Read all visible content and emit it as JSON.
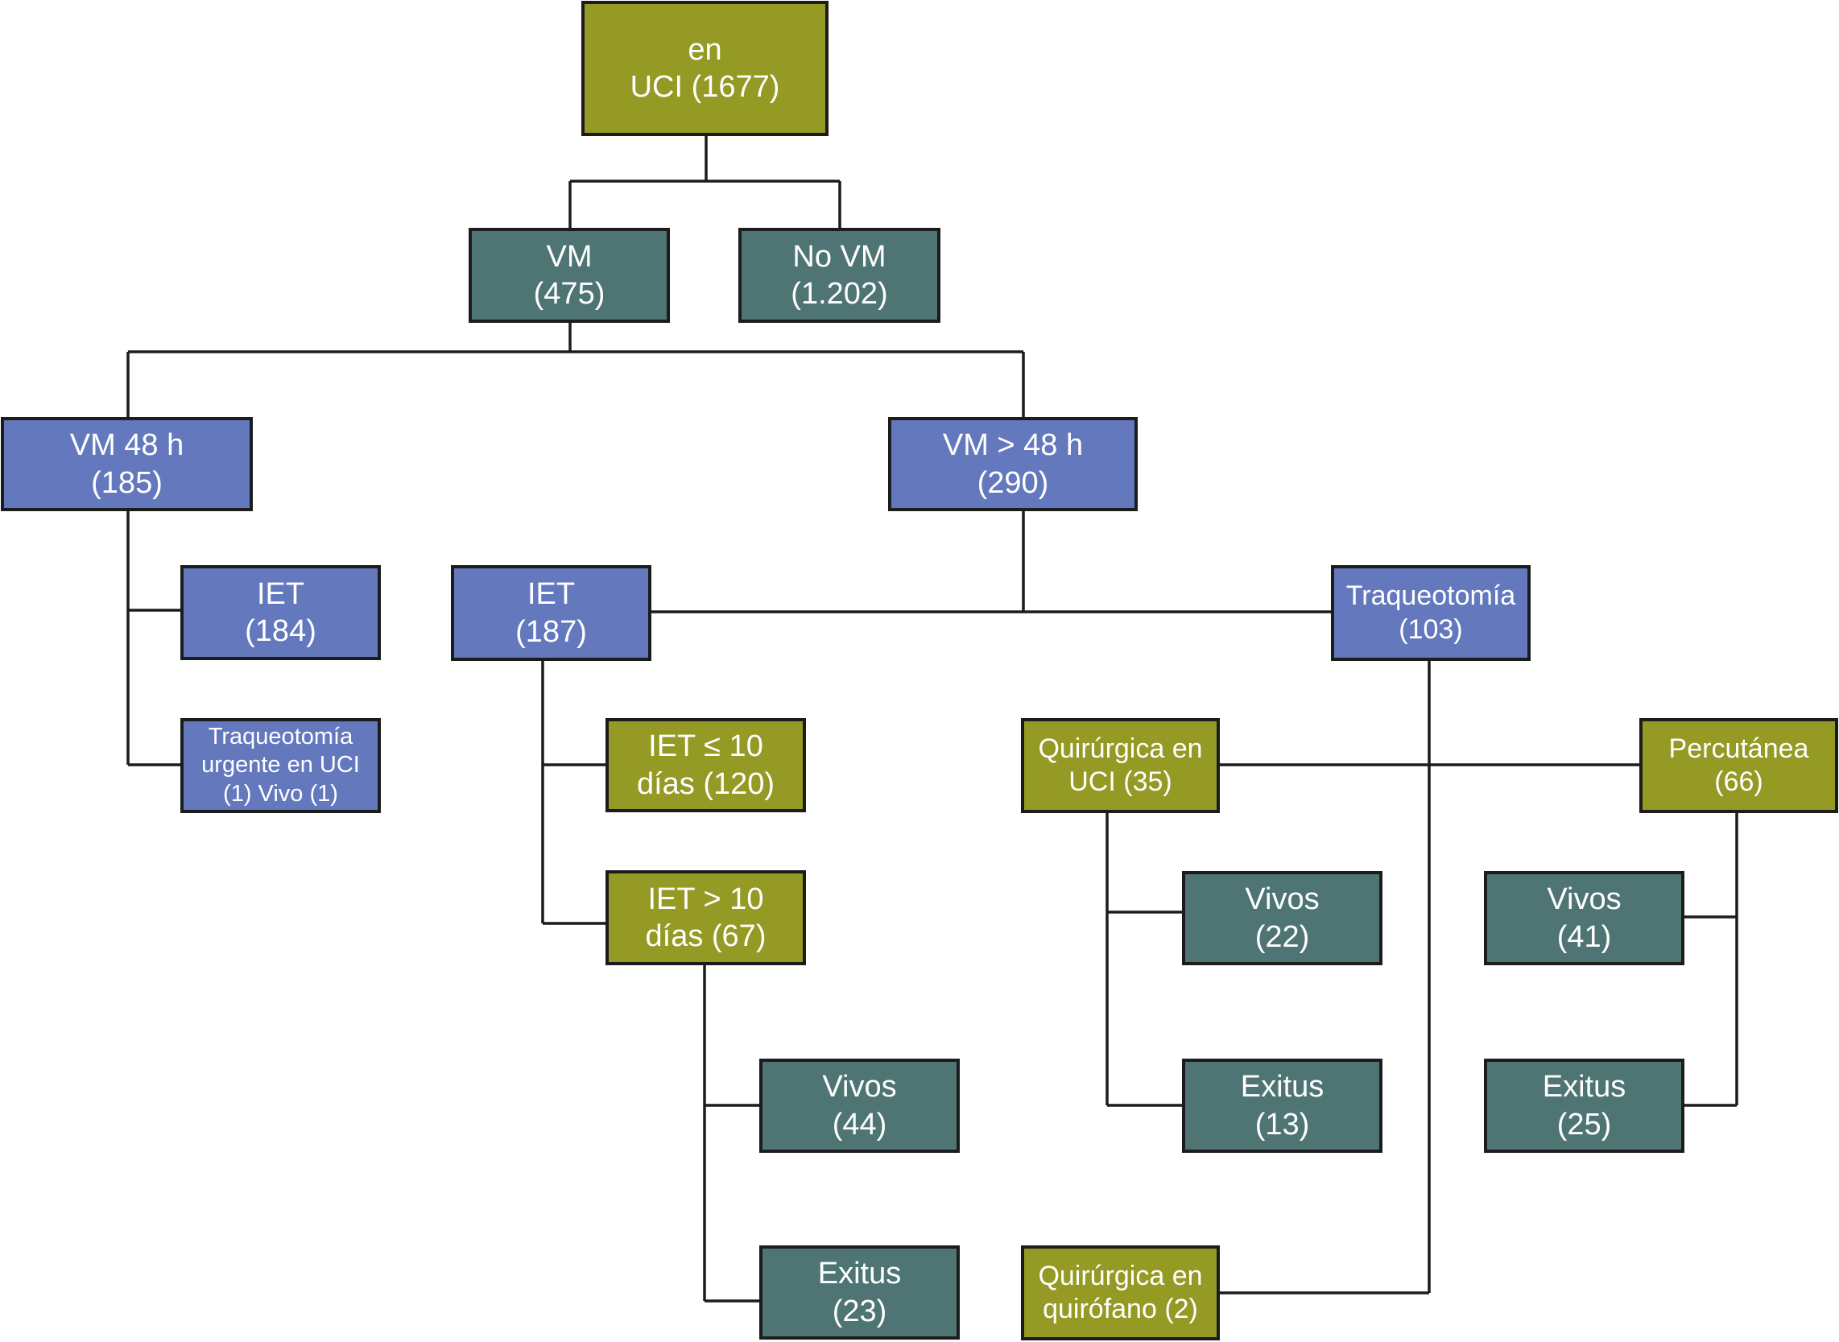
{
  "colors": {
    "olive": "#949a23",
    "teal": "#4e7573",
    "blue": "#6478be",
    "line": "#1c1c1c"
  },
  "nodes": {
    "root": "en\nUCI (1677)",
    "vm": "VM\n(475)",
    "no_vm": "No VM\n(1.202)",
    "vm_48": "VM 48 h\n(185)",
    "vm_gt48": "VM  > 48 h\n(290)",
    "iet_184": "IET\n(184)",
    "traq_urgente": "Traqueotomía\nurgente en UCI\n(1) Vivo (1)",
    "iet_187": "IET\n(187)",
    "traqueotomia": "Traqueotomía\n(103)",
    "iet_le10": "IET ≤ 10\ndías (120)",
    "iet_gt10": "IET > 10\ndías (67)",
    "vivos_44": "Vivos\n(44)",
    "exitus_23": "Exitus\n(23)",
    "quir_uci": "Quirúrgica en\nUCI (35)",
    "percutanea": "Percutánea\n(66)",
    "vivos_22": "Vivos\n(22)",
    "exitus_13": "Exitus\n(13)",
    "vivos_41": "Vivos\n(41)",
    "exitus_25": "Exitus\n(25)",
    "quir_quirofano": "Quirúrgica en\nquirófano (2)"
  }
}
